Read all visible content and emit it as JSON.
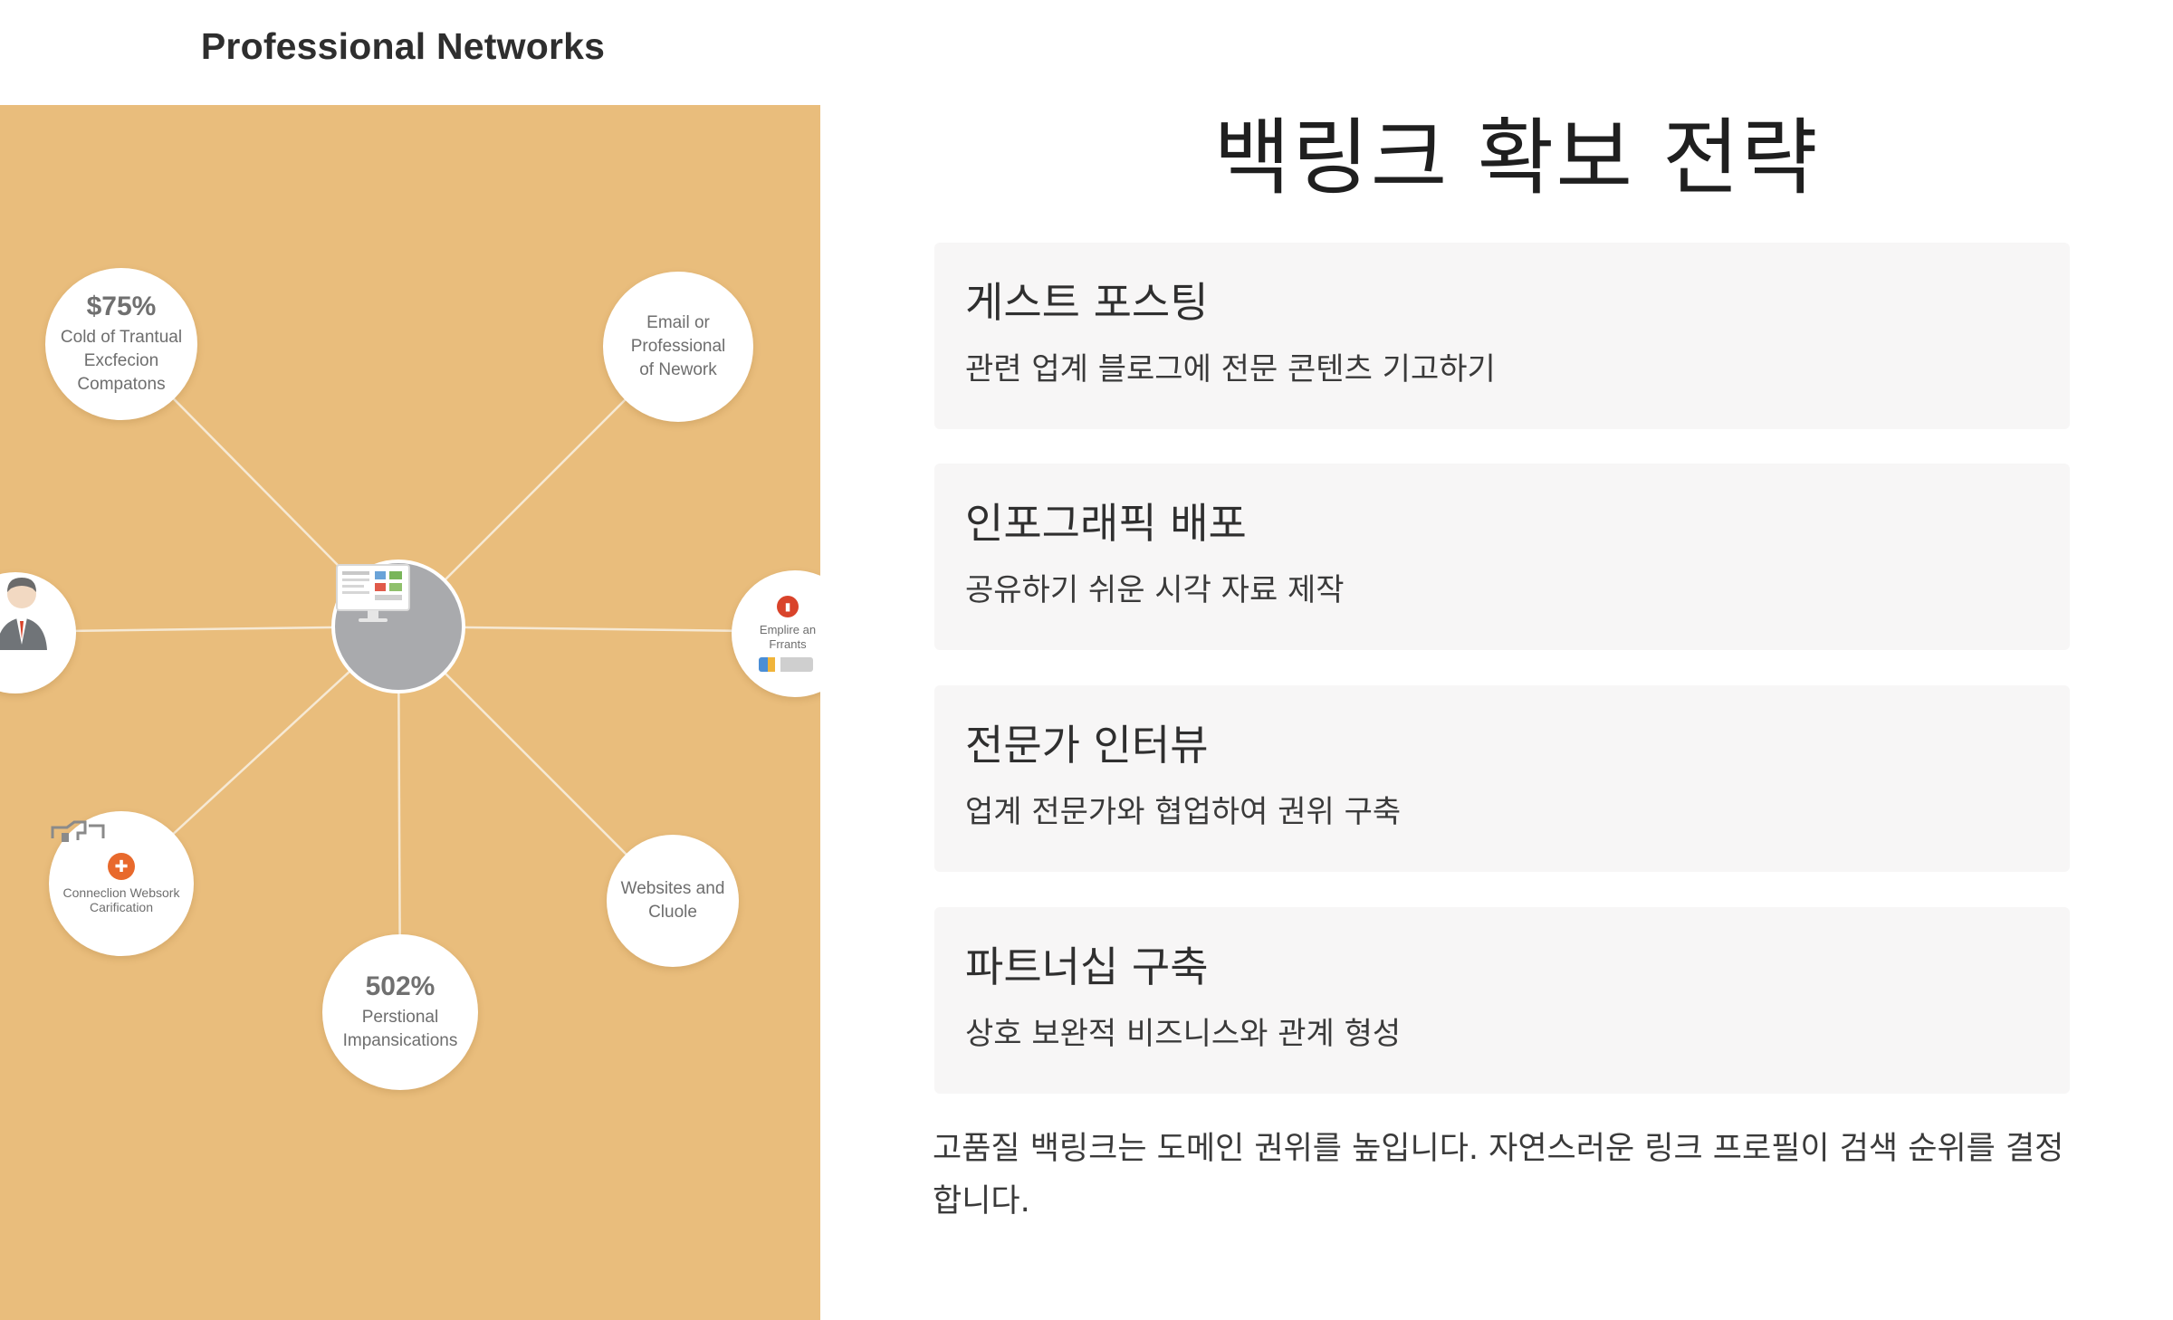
{
  "illustration": {
    "title": "Professional Networks",
    "nodes": {
      "top_left": {
        "big": "$75%",
        "small": "Cold of Trantual\nExcfecion\nCompatons"
      },
      "top_right": {
        "small": "Email or\nProfessional\nof Nework"
      },
      "right": {
        "tiny": "Emplire an\nFrrants"
      },
      "bottom_left": {
        "tiny": "Conneclion Websork\nCarification"
      },
      "bottom_right": {
        "small": "Websites and\nCluole"
      },
      "bottom": {
        "big": "502%",
        "small": "Perstional\nImpansications"
      }
    },
    "colors": {
      "panel": "#e9bd7c",
      "hub": "#a9aaad",
      "accent_orange": "#e8692c",
      "accent_red": "#d9432a"
    }
  },
  "main": {
    "title": "백링크 확보 전략",
    "cards": [
      {
        "title": "게스트 포스팅",
        "desc": "관련 업계 블로그에 전문 콘텐츠 기고하기"
      },
      {
        "title": "인포그래픽 배포",
        "desc": "공유하기 쉬운 시각 자료 제작"
      },
      {
        "title": "전문가 인터뷰",
        "desc": "업계 전문가와 협업하여 권위 구축"
      },
      {
        "title": "파트너십 구축",
        "desc": "상호 보완적 비즈니스와 관계 형성"
      }
    ],
    "summary": "고품질 백링크는 도메인 권위를 높입니다. 자연스러운 링크 프로필이 검색 순위를 결정합니다."
  }
}
